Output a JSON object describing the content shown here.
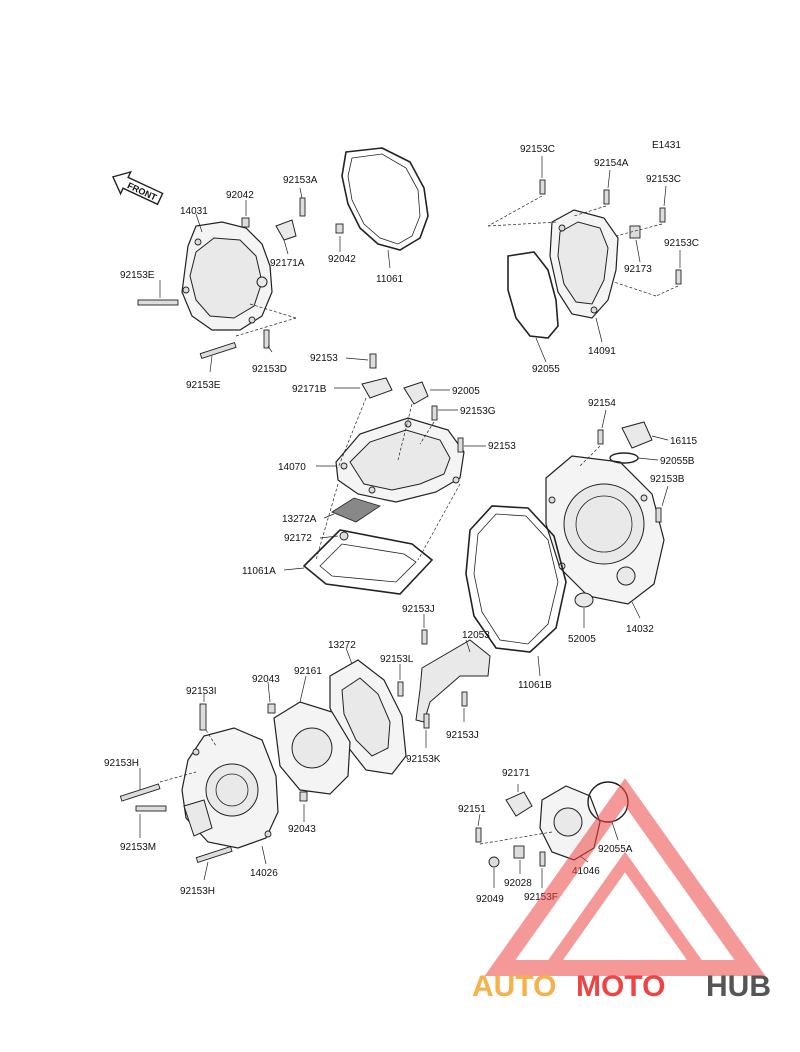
{
  "diagram_code": "E1431",
  "front_label": "FRONT",
  "labels": {
    "p14031": "14031",
    "p92042a": "92042",
    "p92153A": "92153A",
    "p92171A": "92171A",
    "p92153E_top": "92153E",
    "p92153D": "92153D",
    "p92153E_bot": "92153E",
    "p92042b": "92042",
    "p11061": "11061",
    "p92153C_1": "92153C",
    "p92154A": "92154A",
    "p92153C_2": "92153C",
    "p92153C_3": "92153C",
    "p92173": "92173",
    "p92055": "92055",
    "p14091": "14091",
    "p92153_a": "92153",
    "p92171B": "92171B",
    "p92005": "92005",
    "p92153G": "92153G",
    "p92153_b": "92153",
    "p14070": "14070",
    "p13272A": "13272A",
    "p92172": "92172",
    "p11061A": "11061A",
    "p92154": "92154",
    "p16115": "16115",
    "p92055B": "92055B",
    "p92153B": "92153B",
    "p14032": "14032",
    "p52005": "52005",
    "p11061B": "11061B",
    "p92153J_top": "92153J",
    "p12053": "12053",
    "p13272": "13272",
    "p92161": "92161",
    "p92043a": "92043",
    "p92153I": "92153I",
    "p92153L": "92153L",
    "p92153J_bot": "92153J",
    "p92153K": "92153K",
    "p92153H_top": "92153H",
    "p92043b": "92043",
    "p92153M": "92153M",
    "p14026": "14026",
    "p92153H_bot": "92153H",
    "p92171": "92171",
    "p92151": "92151",
    "p41046": "41046",
    "p92055A": "92055A",
    "p92028": "92028",
    "p92049": "92049",
    "p92153F": "92153F"
  },
  "watermark": {
    "part1": "AUTO",
    "part2": "MOTO",
    "part3": "HUB",
    "color_auto": "#f6b24a",
    "color_moto": "#ee4444",
    "color_hub": "#555555"
  }
}
